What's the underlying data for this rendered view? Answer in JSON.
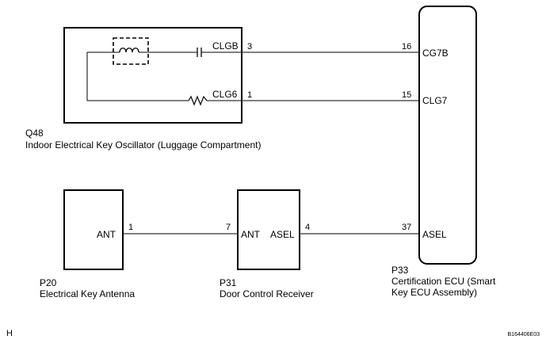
{
  "oscillator": {
    "ref": "Q48",
    "name": "Indoor Electrical Key Oscillator (Luggage Compartment)",
    "terminal_top": "CLGB",
    "pin_top": "3",
    "terminal_bottom": "CLG6",
    "pin_bottom": "1"
  },
  "ecu": {
    "ref": "P33",
    "name_line1": "Certification ECU (Smart",
    "name_line2": "Key ECU Assembly)",
    "terminal_1": "CG7B",
    "pin_1": "16",
    "terminal_2": "CLG7",
    "pin_2": "15",
    "terminal_3": "ASEL",
    "pin_3": "37"
  },
  "antenna": {
    "ref": "P20",
    "name": "Electrical Key Antenna",
    "terminal": "ANT",
    "pin": "1"
  },
  "receiver": {
    "ref": "P31",
    "name": "Door Control Receiver",
    "terminal_ant": "ANT",
    "pin_ant": "7",
    "terminal_asel": "ASEL",
    "pin_asel": "4"
  },
  "footer": {
    "left_mark": "H",
    "code": "B164406E03"
  }
}
